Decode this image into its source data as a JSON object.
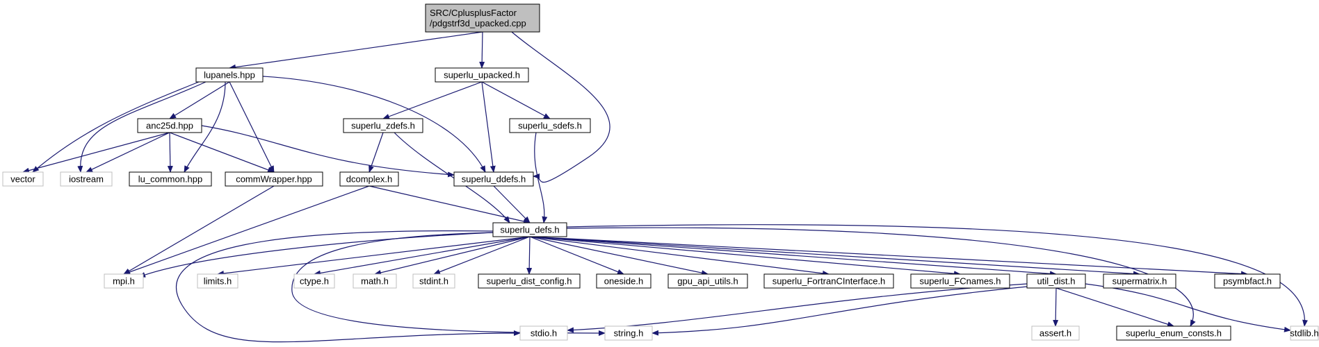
{
  "graph": {
    "colors": {
      "edge": "#191970",
      "root_fill": "#bfbfbf",
      "node_border": "#000000",
      "system_border": "#bfbfbf",
      "background": "#ffffff"
    },
    "nodes": [
      {
        "id": "root",
        "lines": [
          "SRC/CplusplusFactor",
          "/pdgstrf3d_upacked.cpp"
        ],
        "kind": "root"
      },
      {
        "id": "lupanels",
        "lines": [
          "lupanels.hpp"
        ],
        "kind": "header"
      },
      {
        "id": "superlu_upacked",
        "lines": [
          "superlu_upacked.h"
        ],
        "kind": "header"
      },
      {
        "id": "anc25d",
        "lines": [
          "anc25d.hpp"
        ],
        "kind": "header"
      },
      {
        "id": "superlu_zdefs",
        "lines": [
          "superlu_zdefs.h"
        ],
        "kind": "header"
      },
      {
        "id": "superlu_sdefs",
        "lines": [
          "superlu_sdefs.h"
        ],
        "kind": "header"
      },
      {
        "id": "vector",
        "lines": [
          "vector"
        ],
        "kind": "system"
      },
      {
        "id": "iostream",
        "lines": [
          "iostream"
        ],
        "kind": "system"
      },
      {
        "id": "lu_common",
        "lines": [
          "lu_common.hpp"
        ],
        "kind": "header"
      },
      {
        "id": "commWrapper",
        "lines": [
          "commWrapper.hpp"
        ],
        "kind": "header"
      },
      {
        "id": "dcomplex",
        "lines": [
          "dcomplex.h"
        ],
        "kind": "header"
      },
      {
        "id": "superlu_ddefs",
        "lines": [
          "superlu_ddefs.h"
        ],
        "kind": "header"
      },
      {
        "id": "superlu_defs",
        "lines": [
          "superlu_defs.h"
        ],
        "kind": "header"
      },
      {
        "id": "mpi",
        "lines": [
          "mpi.h"
        ],
        "kind": "system"
      },
      {
        "id": "limits",
        "lines": [
          "limits.h"
        ],
        "kind": "system"
      },
      {
        "id": "ctype",
        "lines": [
          "ctype.h"
        ],
        "kind": "system"
      },
      {
        "id": "math",
        "lines": [
          "math.h"
        ],
        "kind": "system"
      },
      {
        "id": "stdint",
        "lines": [
          "stdint.h"
        ],
        "kind": "system"
      },
      {
        "id": "superlu_dist_config",
        "lines": [
          "superlu_dist_config.h"
        ],
        "kind": "header"
      },
      {
        "id": "oneside",
        "lines": [
          "oneside.h"
        ],
        "kind": "header"
      },
      {
        "id": "gpu_api_utils",
        "lines": [
          "gpu_api_utils.h"
        ],
        "kind": "header"
      },
      {
        "id": "superlu_FortranCInterface",
        "lines": [
          "superlu_FortranCInterface.h"
        ],
        "kind": "header"
      },
      {
        "id": "superlu_FCnames",
        "lines": [
          "superlu_FCnames.h"
        ],
        "kind": "header"
      },
      {
        "id": "util_dist",
        "lines": [
          "util_dist.h"
        ],
        "kind": "header"
      },
      {
        "id": "supermatrix",
        "lines": [
          "supermatrix.h"
        ],
        "kind": "header"
      },
      {
        "id": "psymbfact",
        "lines": [
          "psymbfact.h"
        ],
        "kind": "header"
      },
      {
        "id": "stdio",
        "lines": [
          "stdio.h"
        ],
        "kind": "system"
      },
      {
        "id": "string",
        "lines": [
          "string.h"
        ],
        "kind": "system"
      },
      {
        "id": "assert",
        "lines": [
          "assert.h"
        ],
        "kind": "system"
      },
      {
        "id": "superlu_enum_consts",
        "lines": [
          "superlu_enum_consts.h"
        ],
        "kind": "header"
      },
      {
        "id": "stdlib",
        "lines": [
          "stdlib.h"
        ],
        "kind": "system"
      }
    ],
    "edges": [
      {
        "from": "root",
        "to": "lupanels"
      },
      {
        "from": "root",
        "to": "superlu_upacked"
      },
      {
        "from": "root",
        "to": "superlu_ddefs"
      },
      {
        "from": "lupanels",
        "to": "anc25d"
      },
      {
        "from": "lupanels",
        "to": "vector"
      },
      {
        "from": "lupanels",
        "to": "iostream"
      },
      {
        "from": "lupanels",
        "to": "lu_common"
      },
      {
        "from": "lupanels",
        "to": "commWrapper"
      },
      {
        "from": "lupanels",
        "to": "superlu_ddefs"
      },
      {
        "from": "anc25d",
        "to": "vector"
      },
      {
        "from": "anc25d",
        "to": "iostream"
      },
      {
        "from": "anc25d",
        "to": "lu_common"
      },
      {
        "from": "anc25d",
        "to": "commWrapper"
      },
      {
        "from": "anc25d",
        "to": "superlu_ddefs"
      },
      {
        "from": "superlu_upacked",
        "to": "superlu_zdefs"
      },
      {
        "from": "superlu_upacked",
        "to": "superlu_ddefs"
      },
      {
        "from": "superlu_upacked",
        "to": "superlu_sdefs"
      },
      {
        "from": "superlu_zdefs",
        "to": "dcomplex"
      },
      {
        "from": "superlu_zdefs",
        "to": "superlu_defs"
      },
      {
        "from": "superlu_sdefs",
        "to": "superlu_defs"
      },
      {
        "from": "dcomplex",
        "to": "superlu_defs"
      },
      {
        "from": "dcomplex",
        "to": "mpi"
      },
      {
        "from": "commWrapper",
        "to": "mpi"
      },
      {
        "from": "superlu_ddefs",
        "to": "superlu_defs"
      },
      {
        "from": "superlu_defs",
        "to": "mpi"
      },
      {
        "from": "superlu_defs",
        "to": "limits"
      },
      {
        "from": "superlu_defs",
        "to": "ctype"
      },
      {
        "from": "superlu_defs",
        "to": "math"
      },
      {
        "from": "superlu_defs",
        "to": "stdint"
      },
      {
        "from": "superlu_defs",
        "to": "superlu_dist_config"
      },
      {
        "from": "superlu_defs",
        "to": "oneside"
      },
      {
        "from": "superlu_defs",
        "to": "gpu_api_utils"
      },
      {
        "from": "superlu_defs",
        "to": "superlu_FortranCInterface"
      },
      {
        "from": "superlu_defs",
        "to": "superlu_FCnames"
      },
      {
        "from": "superlu_defs",
        "to": "util_dist"
      },
      {
        "from": "superlu_defs",
        "to": "supermatrix"
      },
      {
        "from": "superlu_defs",
        "to": "psymbfact"
      },
      {
        "from": "superlu_defs",
        "to": "stdio"
      },
      {
        "from": "superlu_defs",
        "to": "string"
      },
      {
        "from": "superlu_defs",
        "to": "superlu_enum_consts"
      },
      {
        "from": "superlu_defs",
        "to": "stdlib"
      },
      {
        "from": "util_dist",
        "to": "stdio"
      },
      {
        "from": "util_dist",
        "to": "string"
      },
      {
        "from": "util_dist",
        "to": "assert"
      },
      {
        "from": "util_dist",
        "to": "superlu_enum_consts"
      },
      {
        "from": "util_dist",
        "to": "stdlib"
      }
    ]
  }
}
